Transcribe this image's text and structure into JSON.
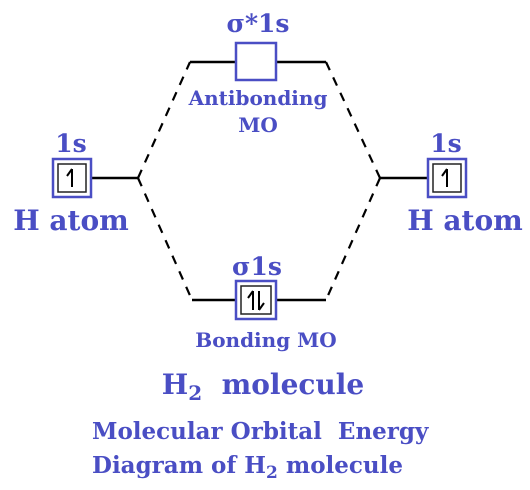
{
  "left_atom": {
    "orbital_label": "1s",
    "atom_label": "H atom",
    "electrons": "up"
  },
  "right_atom": {
    "orbital_label": "1s",
    "atom_label": "H atom",
    "electrons": "up"
  },
  "antibonding": {
    "orbital_label": "σ*1s",
    "caption_line1": "Antibonding",
    "caption_line2": "MO",
    "electrons": "none"
  },
  "bonding": {
    "orbital_label": "σ1s",
    "caption": "Bonding MO",
    "electrons": "pair"
  },
  "molecule": {
    "formula_base": "H",
    "formula_sub": "2",
    "formula_rest": "molecule"
  },
  "caption": {
    "line1_a": "Molecular Orbital",
    "line1_b": "Energy",
    "line2_a": "Diagram of H",
    "line2_sub": "2",
    "line2_b": "molecule"
  },
  "colors": {
    "label": "#4a4ec4",
    "line": "#000000",
    "arrow": "#000000"
  }
}
